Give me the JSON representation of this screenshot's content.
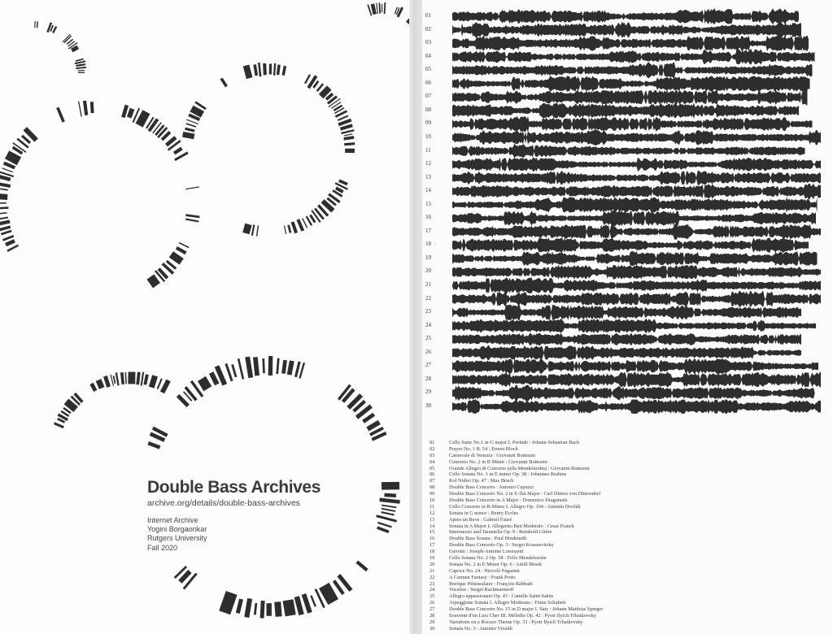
{
  "cover": {
    "title": "Double Bass Archives",
    "url": "archive.org/details/double-bass-archives",
    "credits": [
      "Internet Archive",
      "Yogini Borgaonkar",
      "Rutgers University",
      "Fall 2020"
    ]
  },
  "colors": {
    "ink": "#2f2e2b",
    "paper": "#fdfdfb"
  },
  "tracks": [
    {
      "num": "01",
      "title": "Cello Suite No.1 in G major I. Prelude : Johann Sebastian Bach"
    },
    {
      "num": "02",
      "title": "Prayer No. 1 B. 54 : Ernest Bloch"
    },
    {
      "num": "03",
      "title": "Carnevale di Venezia : Giovanni Bottesini"
    },
    {
      "num": "04",
      "title": "Concerto No. 2 in B Minor : Giovanni Bottesini"
    },
    {
      "num": "05",
      "title": "Grande Allegro di Concerto (alla Mendelssohn) : Giovanni Bottesini"
    },
    {
      "num": "06",
      "title": "Cello Sonata No. 1 in E minor Op. 38 : Johannes Brahms"
    },
    {
      "num": "07",
      "title": "Kol Nidrei Op. 47 : Max Bruch"
    },
    {
      "num": "08",
      "title": "Double Bass Concerto : Antonio Capuzzi"
    },
    {
      "num": "09",
      "title": "Double Bass Concerto No. 2 in E-flat Major : Carl Ditters von Dittersdorf"
    },
    {
      "num": "10",
      "title": "Double Bass Concerto in A Major : Domenico Dragonetti"
    },
    {
      "num": "11",
      "title": "Cello Concerto in B-Minor I. Allegro Op. 104 : Antonín Dvořák"
    },
    {
      "num": "12",
      "title": "Sonata in G minor : Henry Eccles"
    },
    {
      "num": "13",
      "title": "Apres un Reve : Gabriel Fauré"
    },
    {
      "num": "14",
      "title": "Sonata in A Major I. Allegretto Ben Moderato : Cesar Franck"
    },
    {
      "num": "15",
      "title": "Intermezzo and Tarantella Op. 9 : Reinhold Glière"
    },
    {
      "num": "16",
      "title": "Double Bass Sonata : Paul Hindemith"
    },
    {
      "num": "17",
      "title": "Double Bass Concerto Op. 3 : Sergei Koussevitzky"
    },
    {
      "num": "18",
      "title": "Gavotte : Joseph-Antoine Lorenzetti"
    },
    {
      "num": "19",
      "title": "Cello Sonata No. 2 Op. 58 : Felix Mendelssohn"
    },
    {
      "num": "20",
      "title": "Sonata No. 2 in E Minor Op. 6 : Adolf Misek"
    },
    {
      "num": "21",
      "title": "Caprice No. 24 : Niccolò Paganini"
    },
    {
      "num": "22",
      "title": "A Carmen Fantasy : Frank Proto"
    },
    {
      "num": "23",
      "title": "Iberique Péninsulaire : François Rabbath"
    },
    {
      "num": "24",
      "title": "Vocalise : Sergei Rachmaninoff"
    },
    {
      "num": "25",
      "title": "Allegro appassionato Op. 43 : Camille Saint-Saëns"
    },
    {
      "num": "26",
      "title": "Arpeggione Sonata I. Allegro Moderato : Franz Schubert"
    },
    {
      "num": "27",
      "title": "Double Bass Concerto No. 15 in D major I. Satz : Johann Matthias Sperger"
    },
    {
      "num": "28",
      "title": "Souvenir d'un Lieu Cher III. Mélodie Op. 42 : Pyotr Ilyich Tchaikovsky"
    },
    {
      "num": "29",
      "title": "Variations on a Rococo Theme Op. 33 : Pyotr Ilyich Tchaikovsky"
    },
    {
      "num": "30",
      "title": "Sonata No. 3 : Antonio Vivaldi"
    }
  ]
}
